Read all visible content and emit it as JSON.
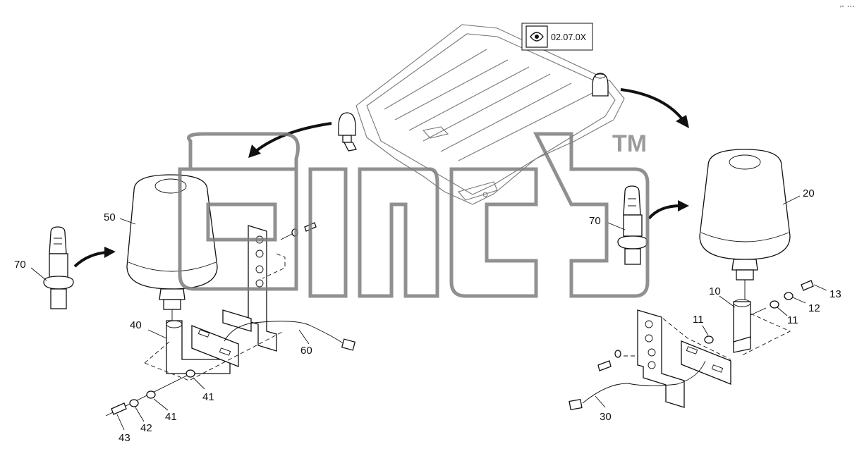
{
  "reference": {
    "code": "02.07.0X",
    "icon": "eye-view-icon"
  },
  "corner_text": "ᵍᵇ ᵒᵒᵒ",
  "watermark": {
    "trademark": "TM"
  },
  "callouts": {
    "c70_left": "70",
    "c50": "50",
    "c40": "40",
    "c60": "60",
    "c41_upper": "41",
    "c41_lower": "41",
    "c42": "42",
    "c43": "43",
    "c70_right": "70",
    "c20": "20",
    "c10": "10",
    "c11_left": "11",
    "c11_right": "11",
    "c12": "12",
    "c13": "13",
    "c30": "30"
  }
}
